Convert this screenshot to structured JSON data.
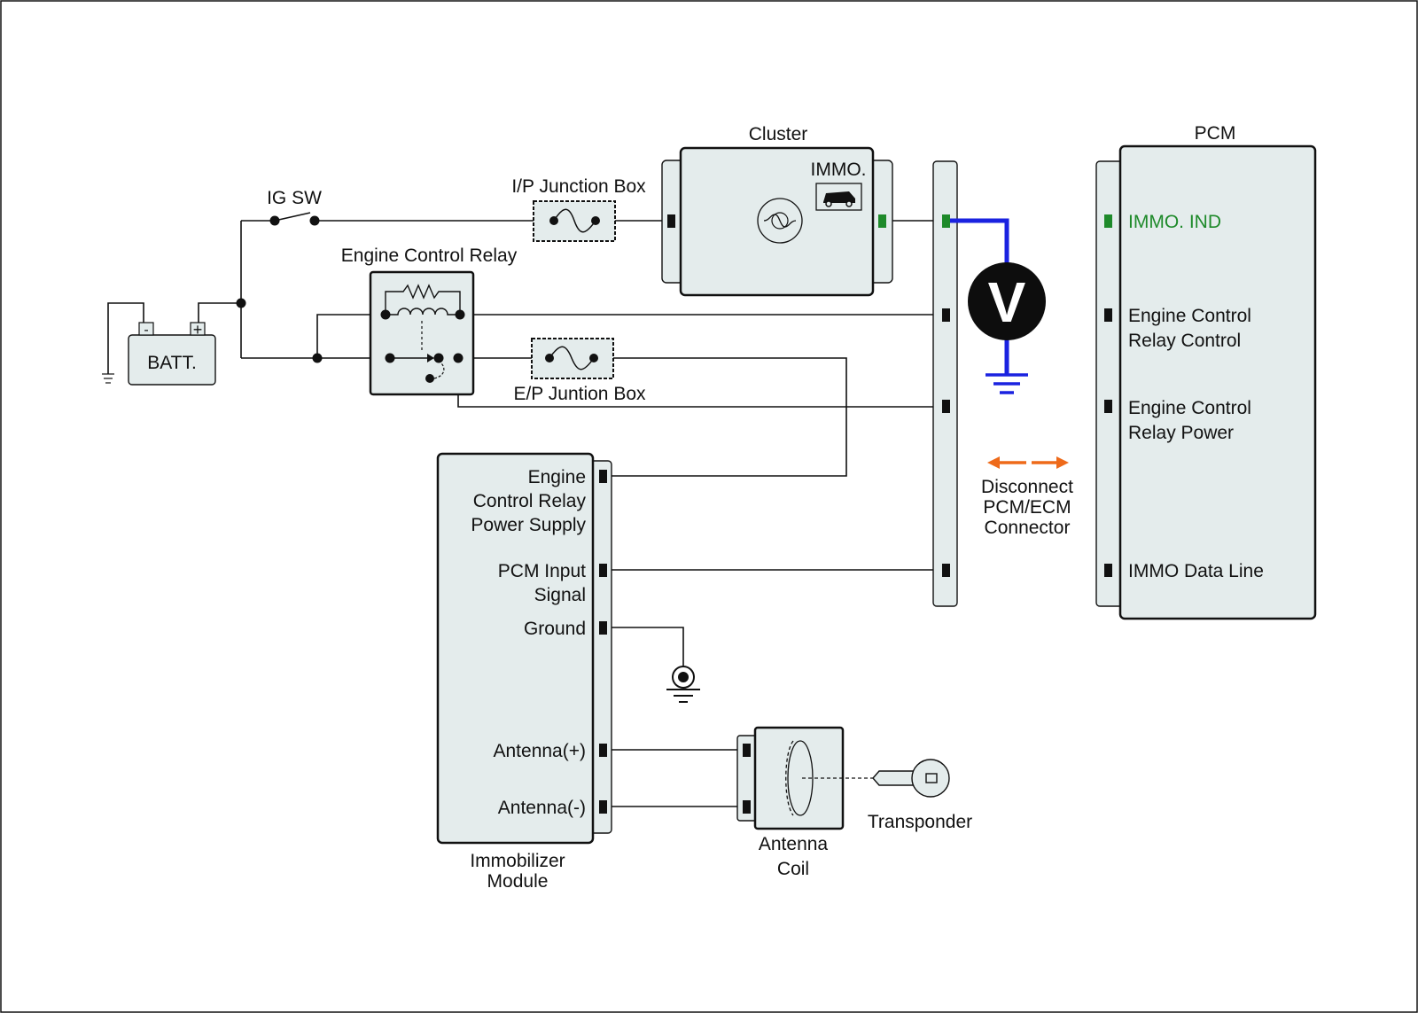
{
  "colors": {
    "highlight_green": "#1e8a2a",
    "probe_wire_blue": "#1a22e0",
    "arrow_orange": "#ee6a1a",
    "component_fill": "#e4ecec"
  },
  "icons": {
    "voltmeter": "voltmeter-icon",
    "ground": "ground-icon",
    "chassis_ground": "chassis-ground-icon",
    "fuse": "fuse-icon",
    "lamp": "lamp-icon",
    "relay_coil": "relay-coil-icon",
    "transponder_key": "key-icon",
    "antenna_coil": "antenna-coil-icon",
    "car_immobilizer": "car-icon"
  },
  "labels": {
    "ig_sw": "IG SW",
    "ip_junction_box": "I/P Junction Box",
    "cluster": "Cluster",
    "immo": "IMMO.",
    "pcm": "PCM",
    "engine_control_relay": "Engine Control Relay",
    "batt": "BATT.",
    "batt_minus": "-",
    "batt_plus": "+",
    "ep_junction_box": "E/P Juntion Box",
    "voltmeter": "V",
    "disconnect_line1": "Disconnect",
    "disconnect_line2": "PCM/ECM",
    "disconnect_line3": "Connector",
    "transponder": "Transponder",
    "antenna_coil_line1": "Antenna",
    "antenna_coil_line2": "Coil",
    "immobilizer_line1": "Immobilizer",
    "immobilizer_line2": "Module"
  },
  "pcm_pins": {
    "immo_ind": "IMMO. IND",
    "ecr_control_1": "Engine Control",
    "ecr_control_2": "Relay Control",
    "ecr_power_1": "Engine Control",
    "ecr_power_2": "Relay Power",
    "immo_data_line": "IMMO Data Line"
  },
  "immobilizer_pins": {
    "ecr_supply_1": "Engine",
    "ecr_supply_2": "Control Relay",
    "ecr_supply_3": "Power Supply",
    "pcm_input_1": "PCM Input",
    "pcm_input_2": "Signal",
    "ground": "Ground",
    "antenna_plus": "Antenna(+)",
    "antenna_minus": "Antenna(-)"
  }
}
